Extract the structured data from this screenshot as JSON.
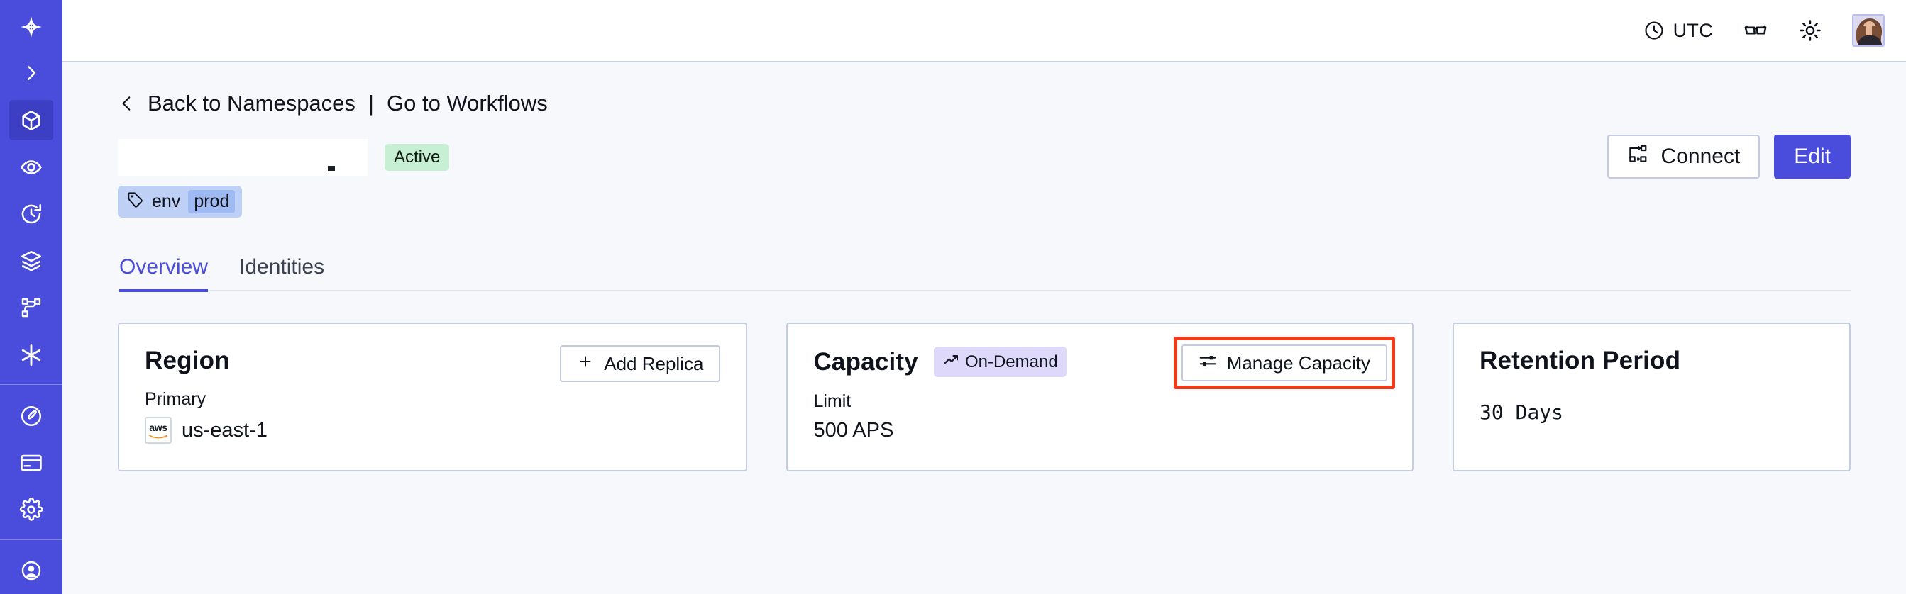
{
  "theme": {
    "brand": "#4a4ddb",
    "brand_active": "#3c3fc4",
    "page_bg": "#f7f8fb",
    "card_border": "#c3cee3",
    "status_active_bg": "#c7efd3",
    "ondemand_bg": "#ded9fa",
    "tag_bg": "#bfd0f7",
    "tag_value_bg": "#9fbaf3",
    "highlight": "#ee3b1b"
  },
  "sidebar": {
    "logo": "temporal-logo-icon",
    "items": [
      {
        "name": "expand-sidebar",
        "icon": "chevron-right-icon",
        "active": false
      },
      {
        "name": "namespaces",
        "icon": "cube-icon",
        "active": true
      },
      {
        "name": "observability",
        "icon": "eye-icon",
        "active": false
      },
      {
        "name": "schedules",
        "icon": "clock-rewind-icon",
        "active": false
      },
      {
        "name": "batch-operations",
        "icon": "layers-icon",
        "active": false
      },
      {
        "name": "workflows",
        "icon": "git-branch-icon",
        "active": false
      },
      {
        "name": "nexus",
        "icon": "asterisk-icon",
        "active": false
      },
      {
        "name": "usage",
        "icon": "gauge-icon",
        "active": false
      },
      {
        "name": "billing",
        "icon": "credit-card-icon",
        "active": false
      },
      {
        "name": "settings",
        "icon": "gear-icon",
        "active": false
      }
    ]
  },
  "topbar": {
    "timezone_icon": "clock-icon",
    "timezone_label": "UTC",
    "reading_mode_icon": "glasses-icon",
    "theme_icon": "sun-icon",
    "avatar": "user-avatar"
  },
  "breadcrumb": {
    "back_icon": "chevron-left-icon",
    "back_label": "Back to Namespaces",
    "separator": "|",
    "forward_label": "Go to Workflows"
  },
  "namespace": {
    "name": "",
    "status_badge": "Active",
    "tag": {
      "icon": "tag-icon",
      "key": "env",
      "value": "prod"
    }
  },
  "header_actions": {
    "connect_icon": "connect-icon",
    "connect_label": "Connect",
    "edit_label": "Edit"
  },
  "tabs": [
    {
      "label": "Overview",
      "active": true
    },
    {
      "label": "Identities",
      "active": false
    }
  ],
  "cards": {
    "region": {
      "title": "Region",
      "action_icon": "plus-icon",
      "action_label": "Add Replica",
      "sub_label": "Primary",
      "provider_icon": "aws-logo-icon",
      "value": "us-east-1"
    },
    "capacity": {
      "title": "Capacity",
      "badge_icon": "trending-up-icon",
      "badge_label": "On-Demand",
      "action_icon": "sliders-icon",
      "action_label": "Manage Capacity",
      "sub_label": "Limit",
      "value": "500 APS",
      "highlighted": true
    },
    "retention": {
      "title": "Retention Period",
      "value": "30 Days"
    }
  }
}
